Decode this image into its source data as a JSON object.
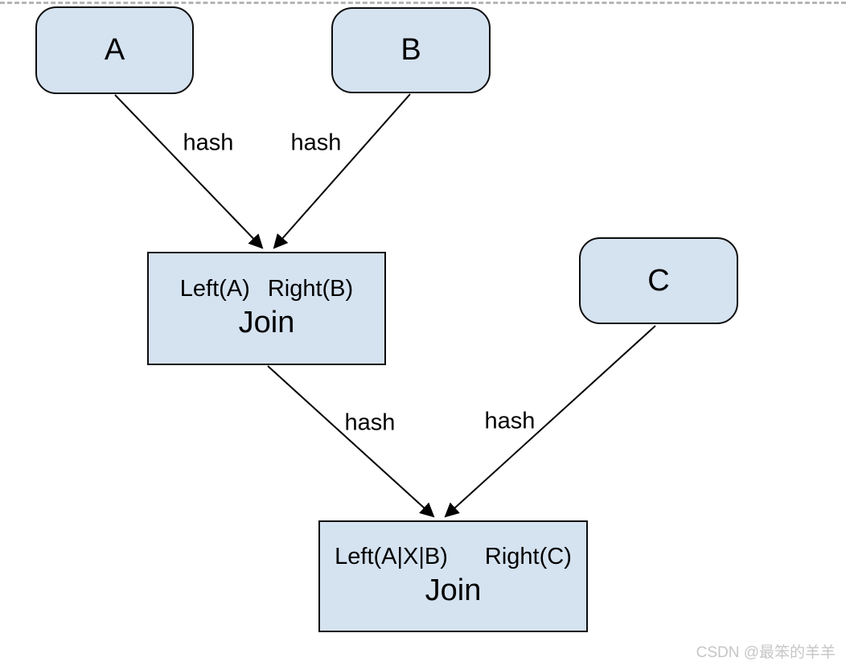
{
  "colors": {
    "node_fill": "#d5e2f0",
    "node_border": "#0d0d0d",
    "edge_stroke": "#000000",
    "top_divider": "#b5b5b5",
    "watermark_text": "#c6c6c6"
  },
  "diagram": {
    "type": "hash-join-tree",
    "nodes": {
      "table_a": {
        "label": "A",
        "shape": "rounded"
      },
      "table_b": {
        "label": "B",
        "shape": "rounded"
      },
      "table_c": {
        "label": "C",
        "shape": "rounded"
      },
      "join_ab": {
        "left_label": "Left(A)",
        "right_label": "Right(B)",
        "op_label": "Join",
        "shape": "rect"
      },
      "join_abc": {
        "left_label": "Left(A|X|B)",
        "right_label": "Right(C)",
        "op_label": "Join",
        "shape": "rect"
      }
    },
    "edges": [
      {
        "from": "table_a",
        "to": "join_ab",
        "label": "hash"
      },
      {
        "from": "table_b",
        "to": "join_ab",
        "label": "hash"
      },
      {
        "from": "join_ab",
        "to": "join_abc",
        "label": "hash"
      },
      {
        "from": "table_c",
        "to": "join_abc",
        "label": "hash"
      }
    ]
  },
  "watermark": {
    "text": "CSDN @最笨的羊羊"
  }
}
